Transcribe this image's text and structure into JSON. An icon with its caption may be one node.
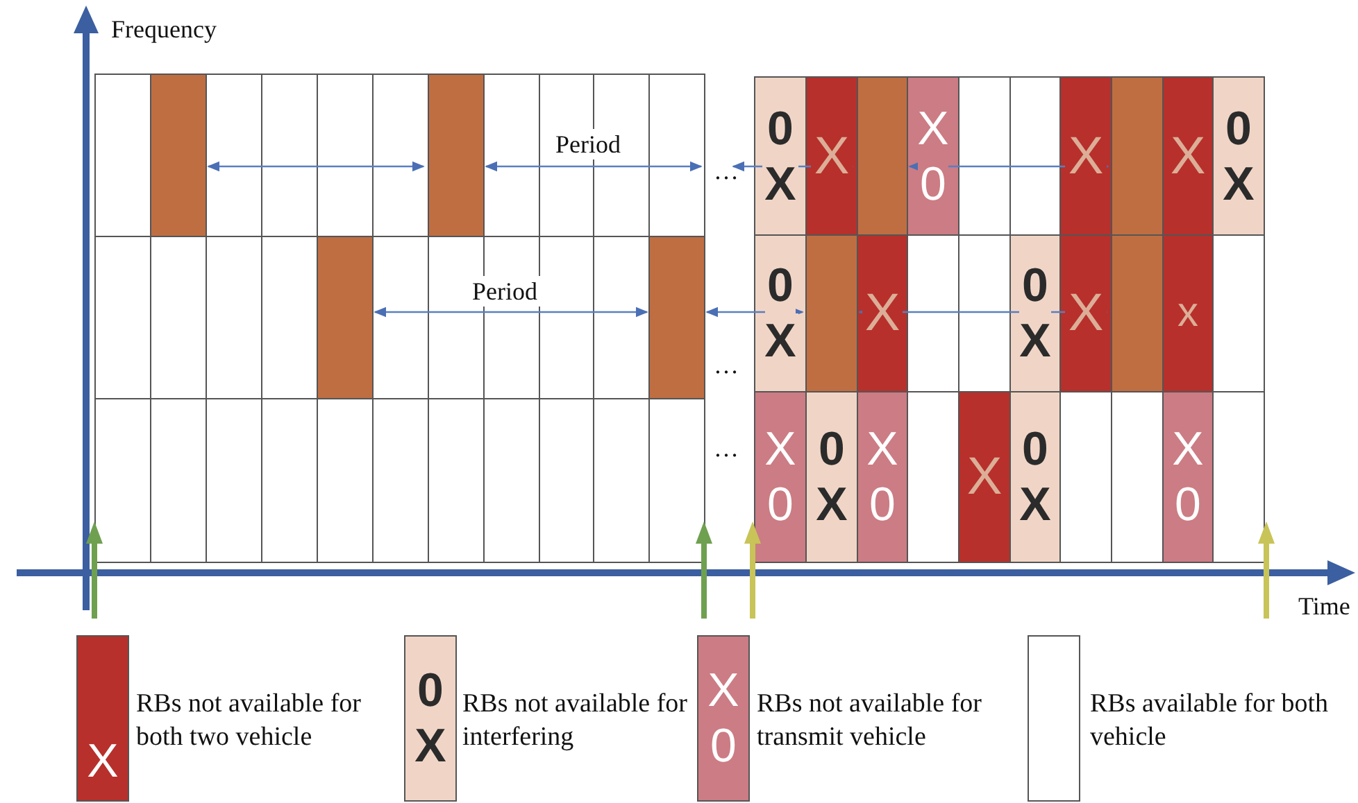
{
  "diagram": {
    "labels": [
      "Frequency",
      "Period",
      "…",
      "0",
      "X",
      "X",
      "X",
      "0",
      "X",
      "X",
      "0",
      "X",
      "Period",
      "…",
      "0",
      "X",
      "X",
      "0",
      "X",
      "X",
      "x",
      "…",
      "X",
      "0",
      "0",
      "X",
      "X",
      "0",
      "X",
      "0",
      "X",
      "X",
      "0",
      "Time",
      "X",
      "0",
      "X",
      "X",
      "0"
    ],
    "legend": [
      {
        "text": "RBs not available for both two vehicle",
        "color": "#b8302b"
      },
      {
        "text": "RBs not available for interfering",
        "color": "#f0d5c6"
      },
      {
        "text": "RBs not available for transmit vehicle",
        "color": "#cc7c84"
      },
      {
        "text": "RBs available for both vehicle",
        "color": "#ffffff"
      }
    ]
  }
}
